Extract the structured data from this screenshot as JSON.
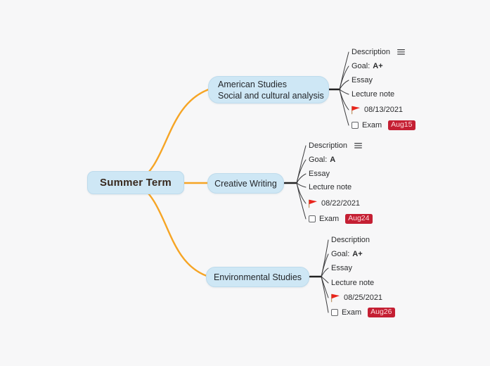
{
  "colors": {
    "canvas_bg": "#f7f7f8",
    "node_fill": "#cee7f5",
    "node_border": "#bedbec",
    "node_text": "#24272b",
    "root_text": "#38291e",
    "branch_orange": "#f6a525",
    "wire_dark": "#222223",
    "fan_line": "#3c3c3e",
    "badge_bg": "#c41f33",
    "badge_text": "#ffd9dc",
    "flag_red": "#e8251d",
    "flag_pole": "#c09a6e",
    "item_text": "#2b2c2e"
  },
  "root": {
    "label": "Summer Term"
  },
  "topics": [
    {
      "title": "American Studies",
      "subtitle": "Social and cultural analysis",
      "description": "Description",
      "goal_label": "Goal:",
      "goal_value": "A+",
      "essay": "Essay",
      "lecture_note": "Lecture note",
      "date": "08/13/2021",
      "exam_label": "Exam",
      "exam_badge": "Aug15"
    },
    {
      "title": "Creative Writing",
      "description": "Description",
      "goal_label": "Goal:",
      "goal_value": "A",
      "essay": "Essay",
      "lecture_note": "Lecture note",
      "date": "08/22/2021",
      "exam_label": "Exam",
      "exam_badge": "Aug24"
    },
    {
      "title": "Environmental Studies",
      "description": "Description",
      "goal_label": "Goal:",
      "goal_value": "A+",
      "essay": "Essay",
      "lecture_note": "Lecture note",
      "date": "08/25/2021",
      "exam_label": "Exam",
      "exam_badge": "Aug26"
    }
  ]
}
